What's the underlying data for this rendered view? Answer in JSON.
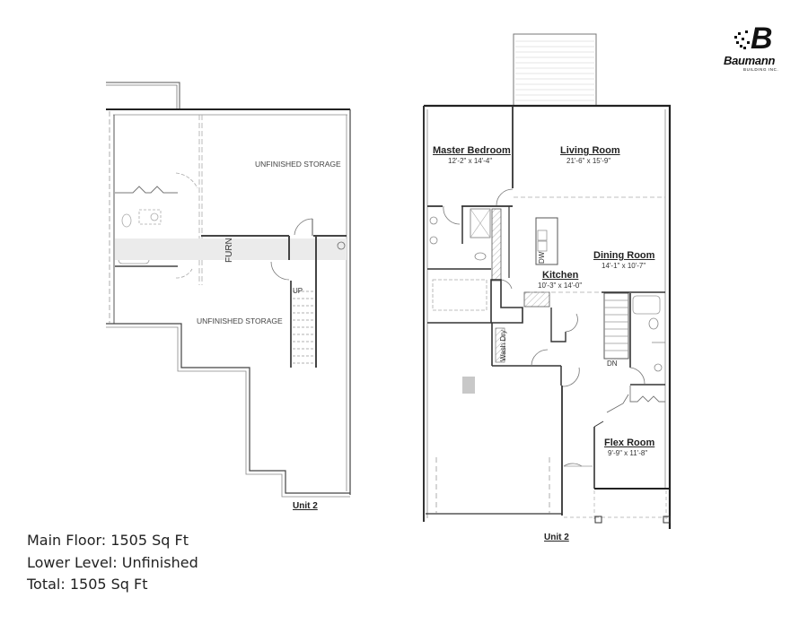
{
  "logo": {
    "mark": "B",
    "name": "Baumann",
    "subtitle": "BUILDING INC."
  },
  "lower_level": {
    "rooms": [
      {
        "label": "UNFINISHED STORAGE"
      },
      {
        "label": "UNFINISHED STORAGE"
      }
    ],
    "furnace_label": "FURN",
    "stairs_label": "UP",
    "unit_label": "Unit 2"
  },
  "main_floor": {
    "rooms": [
      {
        "name": "Master Bedroom",
        "dims": "12'-2\" x 14'-4\""
      },
      {
        "name": "Living Room",
        "dims": "21'-6\" x 15'-9\""
      },
      {
        "name": "Dining Room",
        "dims": "14'-1\" x 10'-7\""
      },
      {
        "name": "Kitchen",
        "dims": "10'-3\" x 14'-0\""
      },
      {
        "name": "Flex Room",
        "dims": "9'-9\" x 11'-8\""
      }
    ],
    "appliance_labels": {
      "dishwasher": "DW",
      "laundry": "Wash Dry"
    },
    "stairs_label": "DN",
    "unit_label": "Unit 2"
  },
  "summary": {
    "main_floor": "Main Floor: 1505 Sq Ft",
    "lower_level": "Lower Level: Unfinished",
    "total": "Total: 1505 Sq Ft"
  }
}
